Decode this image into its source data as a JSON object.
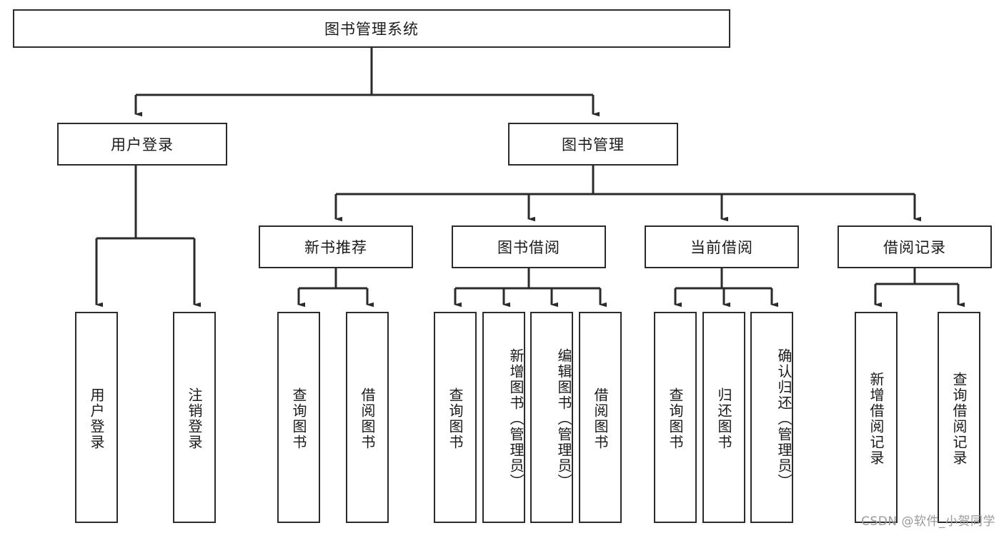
{
  "diagram": {
    "title": "图书管理系统",
    "type": "tree",
    "colors": {
      "box_border": "#2b2b2b",
      "box_fill": "#ffffff",
      "edge": "#2b2b2b",
      "text": "#1a1a1a",
      "watermark": "#9a9a9a",
      "background": "#ffffff"
    },
    "root": {
      "label": "图书管理系统"
    },
    "level1": [
      {
        "label": "用户登录"
      },
      {
        "label": "图书管理"
      }
    ],
    "level2": [
      {
        "label": "新书推荐"
      },
      {
        "label": "图书借阅"
      },
      {
        "label": "当前借阅"
      },
      {
        "label": "借阅记录"
      }
    ],
    "leaves_user_login": [
      {
        "label": "用户登录"
      },
      {
        "label": "注销登录"
      }
    ],
    "leaves_new_books": [
      {
        "label": "查询图书"
      },
      {
        "label": "借阅图书"
      }
    ],
    "leaves_borrow_books": [
      {
        "label": "查询图书"
      },
      {
        "label": "新增图书（管理员）"
      },
      {
        "label": "编辑图书（管理员）"
      },
      {
        "label": "借阅图书"
      }
    ],
    "leaves_current_borrow": [
      {
        "label": "查询图书"
      },
      {
        "label": "归还图书"
      },
      {
        "label": "确认归还（管理员）"
      }
    ],
    "leaves_borrow_records": [
      {
        "label": "新增借阅记录"
      },
      {
        "label": "查询借阅记录"
      }
    ]
  },
  "watermark": {
    "text": "CSDN @软件_小贺同学"
  }
}
